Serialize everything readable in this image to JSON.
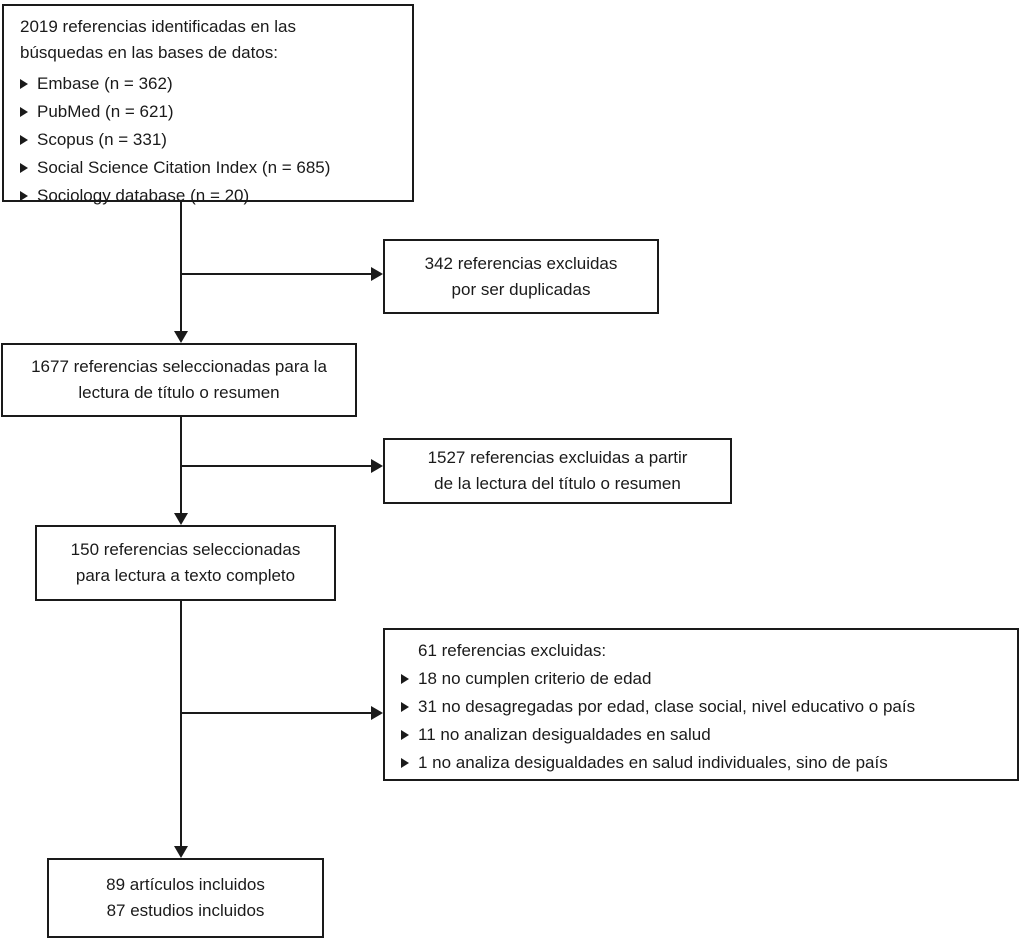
{
  "colors": {
    "line": "#1a1a1a",
    "text": "#1a1a1a",
    "background": "#ffffff"
  },
  "boxes": {
    "identified": {
      "heading_line1": "2019 referencias identificadas en las",
      "heading_line2": "búsquedas en las bases de datos:",
      "items": [
        "Embase (n = 362)",
        "PubMed (n = 621)",
        "Scopus (n = 331)",
        "Social Science Citation Index (n = 685)",
        "Sociology database (n = 20)"
      ]
    },
    "excluded_duplicates": {
      "line1": "342 referencias excluidas",
      "line2": "por ser duplicadas"
    },
    "selected_title_abstract": {
      "line1": "1677 referencias seleccionadas para la",
      "line2": "lectura de título o resumen"
    },
    "excluded_title_abstract": {
      "line1": "1527 referencias excluidas a partir",
      "line2": "de la lectura del título o resumen"
    },
    "selected_fulltext": {
      "line1": "150 referencias seleccionadas",
      "line2": "para lectura a texto completo"
    },
    "excluded_fulltext": {
      "heading": "61 referencias excluidas:",
      "items": [
        "18 no cumplen criterio de edad",
        "31 no desagregadas por edad, clase social, nivel educativo o país",
        "11 no analizan desigualdades en salud",
        "1 no analiza desigualdades en salud individuales, sino de país"
      ]
    },
    "included": {
      "line1": "89 artículos incluidos",
      "line2": "87 estudios incluidos"
    }
  }
}
